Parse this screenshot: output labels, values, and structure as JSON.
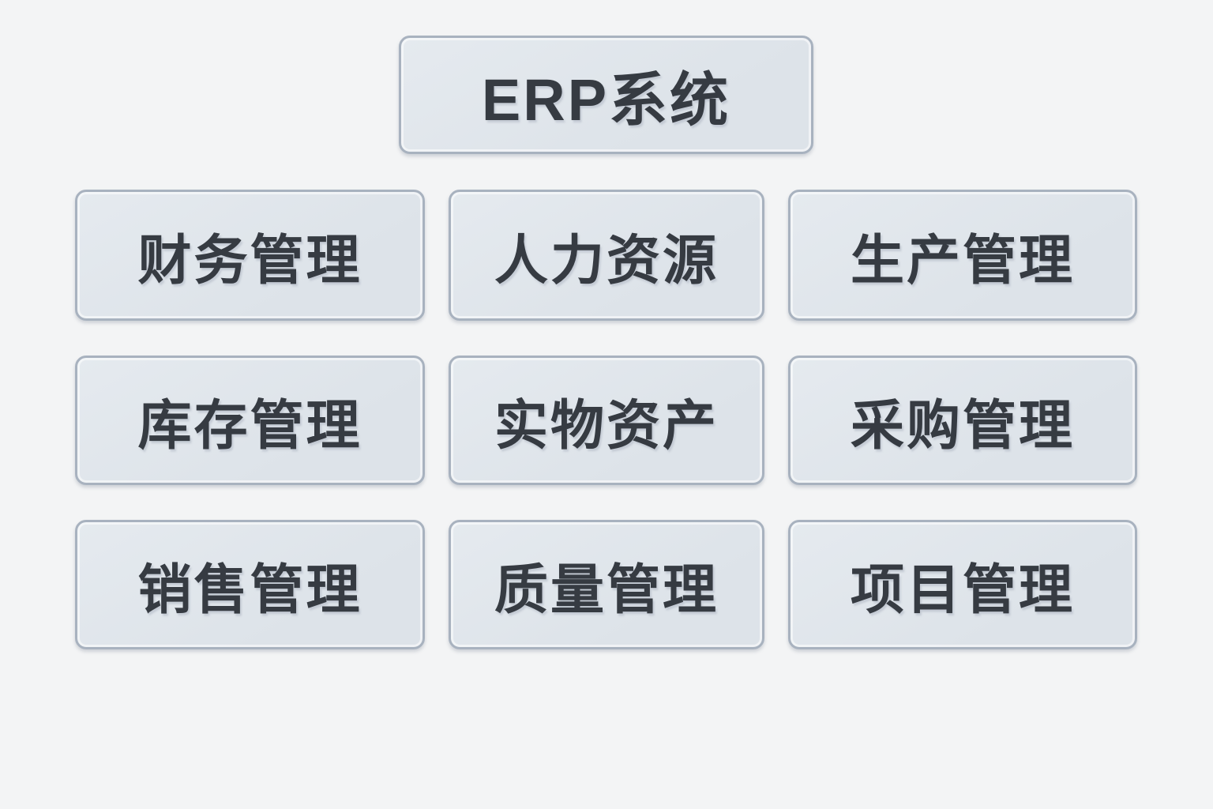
{
  "diagram": {
    "title": "ERP系统",
    "modules": [
      {
        "label": "财务管理"
      },
      {
        "label": "人力资源"
      },
      {
        "label": "生产管理"
      },
      {
        "label": "库存管理"
      },
      {
        "label": "实物资产"
      },
      {
        "label": "采购管理"
      },
      {
        "label": "销售管理"
      },
      {
        "label": "质量管理"
      },
      {
        "label": "项目管理"
      }
    ]
  },
  "colors": {
    "page_background": "#f3f4f5",
    "box_fill": "#dde3e9",
    "box_fill_light": "#e5eaef",
    "box_border": "#a8b2bf",
    "text": "#363b42"
  }
}
